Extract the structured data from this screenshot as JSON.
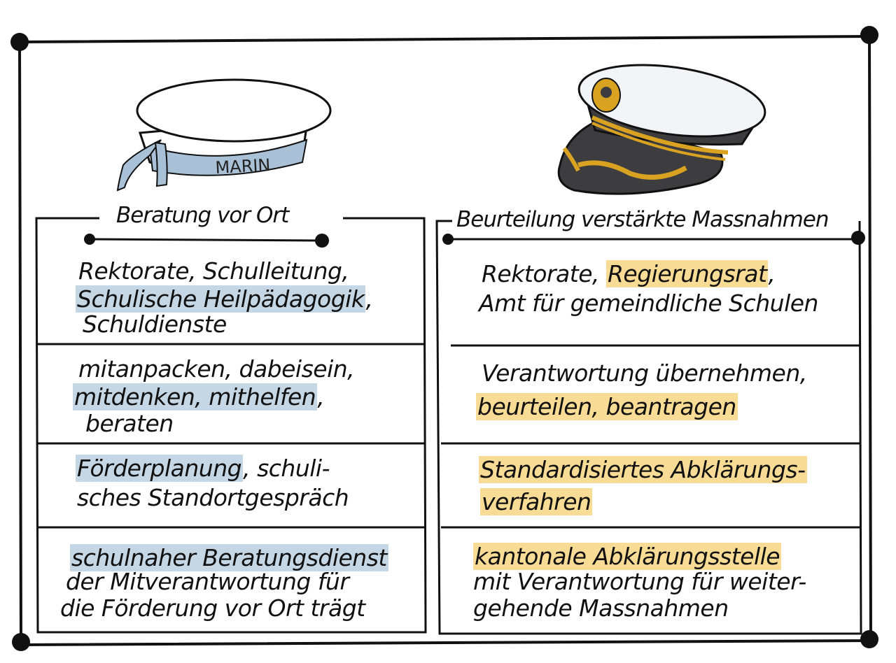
{
  "colors": {
    "ink": "#111111",
    "highlight_left": "#b9ccdb",
    "highlight_right": "#f3d27e",
    "cap_band": "#a9c1d6",
    "cap_brim": "#3d3d40",
    "cap_gold": "#d9a321"
  },
  "icons": {
    "left": "sailor-cap-icon",
    "right": "captain-cap-icon"
  },
  "left": {
    "cap_band_text": "MARIN",
    "header": "Beratung vor Ort",
    "rows": [
      {
        "lines": [
          [
            "Rektorate, Schulleitung,"
          ],
          [
            "",
            "Schulische Heilpädagogik",
            ","
          ],
          [
            "Schuldienste"
          ]
        ]
      },
      {
        "lines": [
          [
            "mitanpacken, dabeisein,"
          ],
          [
            "",
            "mitdenken, mithelfen",
            ","
          ],
          [
            "beraten"
          ]
        ]
      },
      {
        "lines": [
          [
            "",
            "Förderplanung",
            ", schuli-"
          ],
          [
            "sches Standortgespräch"
          ]
        ]
      },
      {
        "lines": [
          [
            "",
            "schulnaher Beratungsdienst",
            ""
          ],
          [
            "der Mitverantwortung für"
          ],
          [
            "die Förderung vor Ort trägt"
          ]
        ]
      }
    ]
  },
  "right": {
    "header": "Beurteilung verstärkte Massnahmen",
    "rows": [
      {
        "lines": [
          [
            "Rektorate, ",
            "Regierungsrat",
            ","
          ],
          [
            "Amt für gemeindliche Schulen"
          ]
        ]
      },
      {
        "lines": [
          [
            "Verantwortung übernehmen,"
          ],
          [
            "",
            "beurteilen, beantragen",
            ""
          ]
        ]
      },
      {
        "lines": [
          [
            "",
            "Standardisiertes Abklärungs-",
            ""
          ],
          [
            "",
            "verfahren",
            ""
          ]
        ]
      },
      {
        "lines": [
          [
            "",
            "kantonale Abklärungsstelle",
            ""
          ],
          [
            "mit Verantwortung für weiter-"
          ],
          [
            "gehende Massnahmen"
          ]
        ]
      }
    ]
  }
}
